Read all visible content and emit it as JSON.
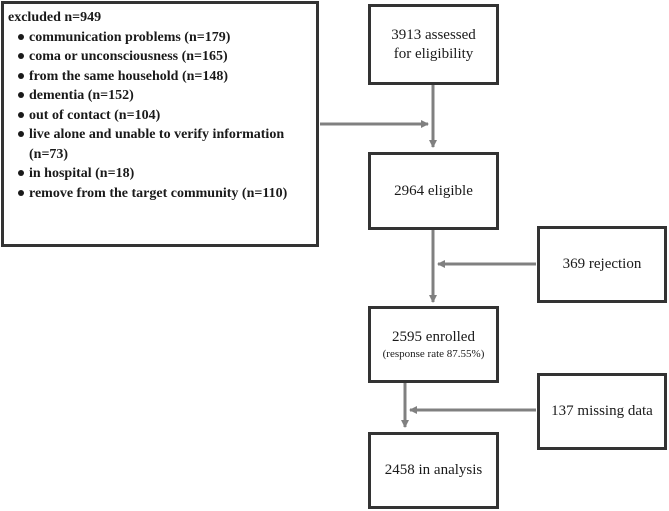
{
  "excluded": {
    "title": "excluded n=949",
    "items": [
      "communication problems (n=179)",
      "coma or unconsciousness (n=165)",
      "from the same household (n=148)",
      "dementia (n=152)",
      "out of contact (n=104)",
      "live alone and unable to verify information (n=73)",
      "in hospital (n=18)",
      "remove from the target community (n=110)"
    ]
  },
  "assessed": {
    "line1": "3913 assessed",
    "line2": "for eligibility"
  },
  "eligible": {
    "label": "2964 eligible"
  },
  "rejection": {
    "label": "369 rejection"
  },
  "enrolled": {
    "label": "2595 enrolled",
    "sub": "(response rate 87.55%)"
  },
  "missing": {
    "label": "137 missing data"
  },
  "analysis": {
    "label": "2458 in analysis"
  },
  "colors": {
    "border": "#333333",
    "arrow": "#808080"
  }
}
